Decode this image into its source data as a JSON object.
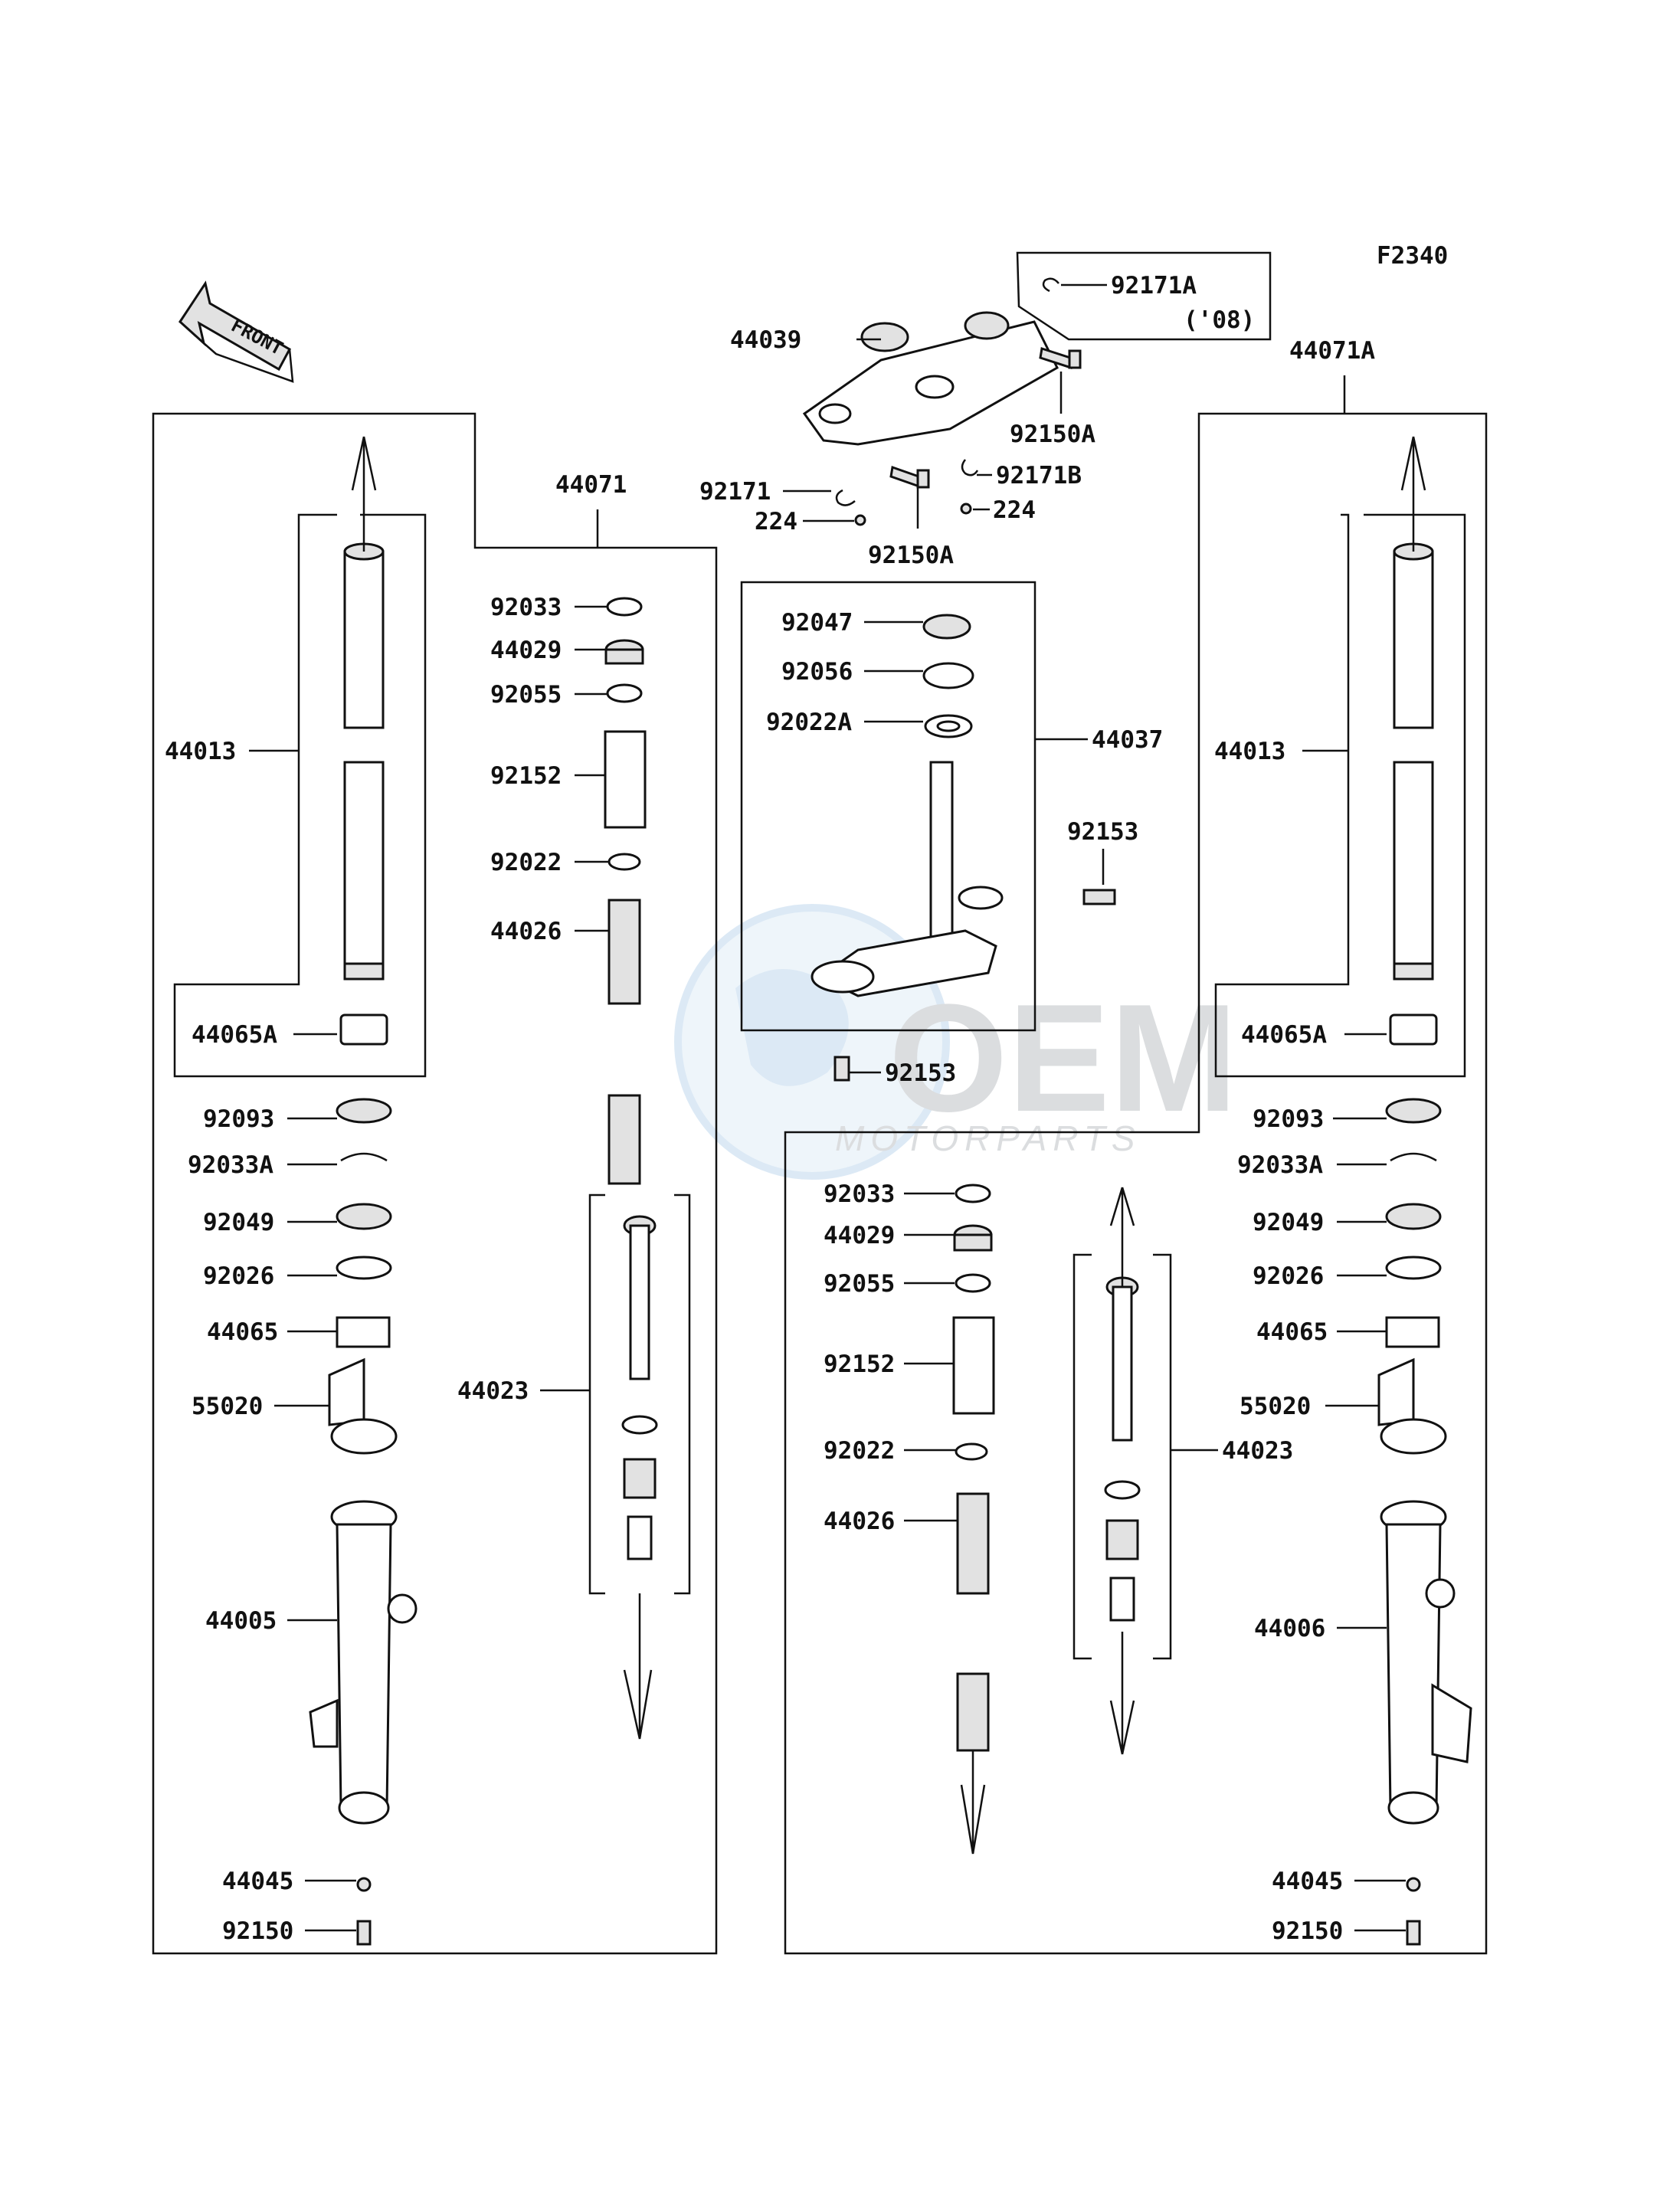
{
  "diagram": {
    "code": "F2340",
    "front_label": "FRONT",
    "year_note": "('08)",
    "watermark": {
      "brand": "OEM",
      "sub": "MOTORPARTS"
    },
    "labels": {
      "p92171A": "92171A",
      "p44039": "44039",
      "p92150A_1": "92150A",
      "p92150A_2": "92150A",
      "p92171": "92171",
      "p92171B": "92171B",
      "p224_1": "224",
      "p224_2": "224",
      "p44071": "44071",
      "p44071A": "44071A",
      "L44013": "44013",
      "L44065A": "44065A",
      "L92093": "92093",
      "L92033A": "92033A",
      "L92049": "92049",
      "L92026": "92026",
      "L44065": "44065",
      "L55020": "55020",
      "L44005": "44005",
      "L44045": "44045",
      "L92150": "92150",
      "C92033": "92033",
      "C44029": "44029",
      "C92055": "92055",
      "C92152": "92152",
      "C92022": "92022",
      "C44026": "44026",
      "C44023": "44023",
      "S92047": "92047",
      "S92056": "92056",
      "S92022A": "92022A",
      "S44037": "44037",
      "S92153_1": "92153",
      "S92153_2": "92153",
      "M92033": "92033",
      "M44029": "44029",
      "M92055": "92055",
      "M92152": "92152",
      "M92022": "92022",
      "M44026": "44026",
      "M44023": "44023",
      "R44013": "44013",
      "R44065A": "44065A",
      "R92093": "92093",
      "R92033A": "92033A",
      "R92049": "92049",
      "R92026": "92026",
      "R44065": "44065",
      "R55020": "55020",
      "R44006": "44006",
      "R44045": "44045",
      "R92150": "92150"
    }
  }
}
